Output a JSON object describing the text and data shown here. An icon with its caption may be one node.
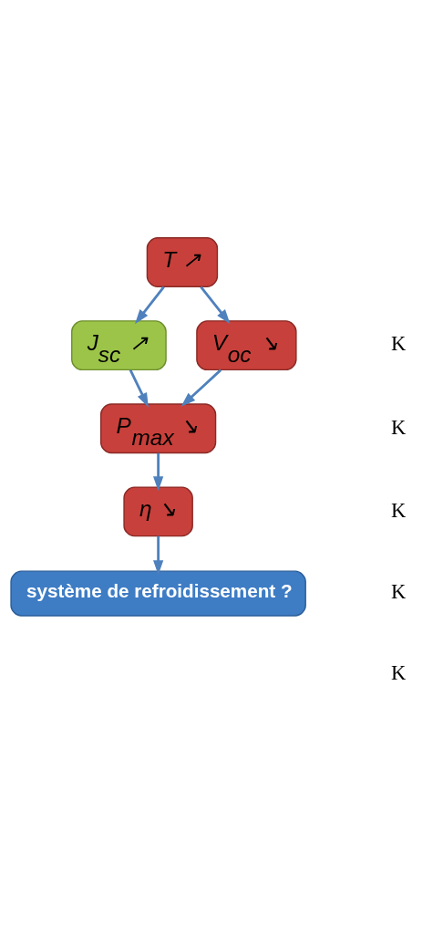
{
  "diagram": {
    "nodes": [
      {
        "text": [
          "T ↗"
        ]
      },
      {
        "text": [
          "J$_{sc}$ ↗"
        ]
      },
      {
        "text": [
          "V$_{oc}$ ↘"
        ]
      },
      {
        "text": [
          "P$_{max}$ ↘"
        ]
      },
      {
        "text": [
          "η ↘"
        ]
      },
      {
        "text": [
          "système de refroidissement ?"
        ]
      }
    ],
    "edges": [
      {
        "from": 0,
        "to": 1,
        "arrow": "to"
      },
      {
        "from": 0,
        "to": 2,
        "arrow": "to"
      },
      {
        "from": 1,
        "to": 3,
        "arrow": "to"
      },
      {
        "from": 2,
        "to": 3,
        "arrow": "to"
      },
      {
        "from": 3,
        "to": 4,
        "arrow": "to"
      },
      {
        "from": 4,
        "to": 5,
        "arrow": "to"
      }
    ],
    "labels": [
      "K",
      "K",
      "K",
      "K",
      "K"
    ]
  }
}
